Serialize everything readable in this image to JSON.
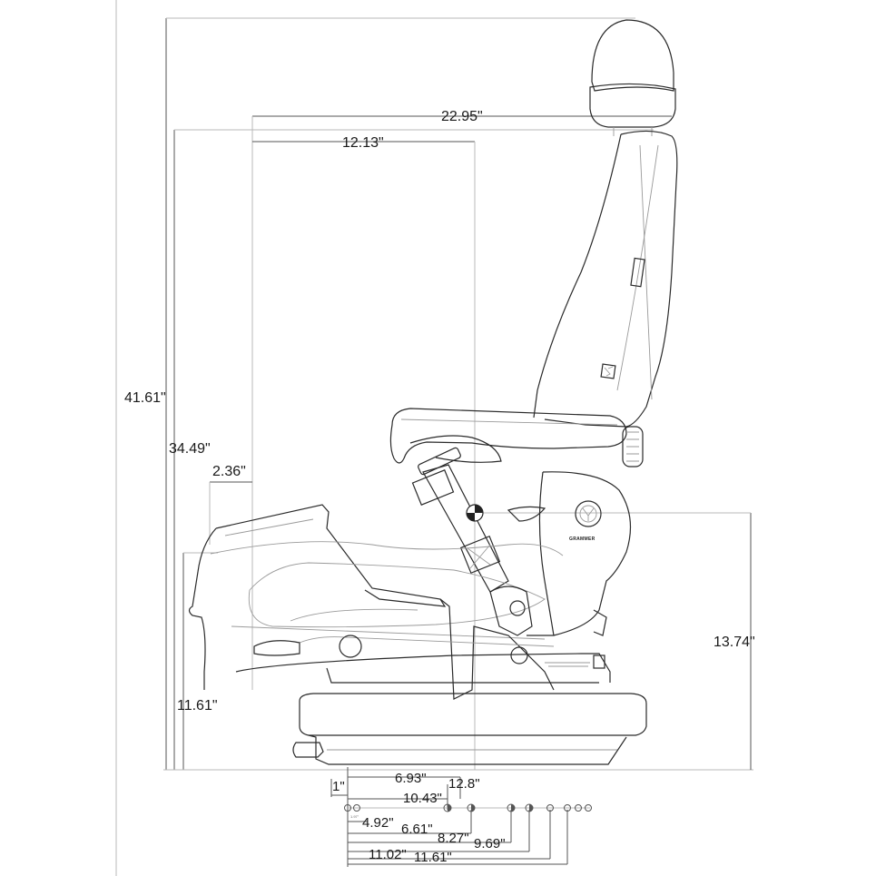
{
  "dimensions": {
    "overall_height": "41.61\"",
    "backrest_height": "34.49\"",
    "overall_depth": "22.95\"",
    "sip_depth": "12.13\"",
    "cushion_offset": "2.36\"",
    "seat_base_height": "11.61\"",
    "sip_height": "13.74\"",
    "bottom": {
      "d_1": "1\"",
      "d_6_93": "6.93\"",
      "d_12_8": "12.8\"",
      "d_10_43": "10.43\"",
      "d_4_92": "4.92\"",
      "d_6_61": "6.61\"",
      "d_8_27": "8.27\"",
      "d_9_69": "9.69\"",
      "d_11_02": "11.02\"",
      "d_11_61": "11.61\""
    }
  },
  "logo_text": "GRAMMER"
}
